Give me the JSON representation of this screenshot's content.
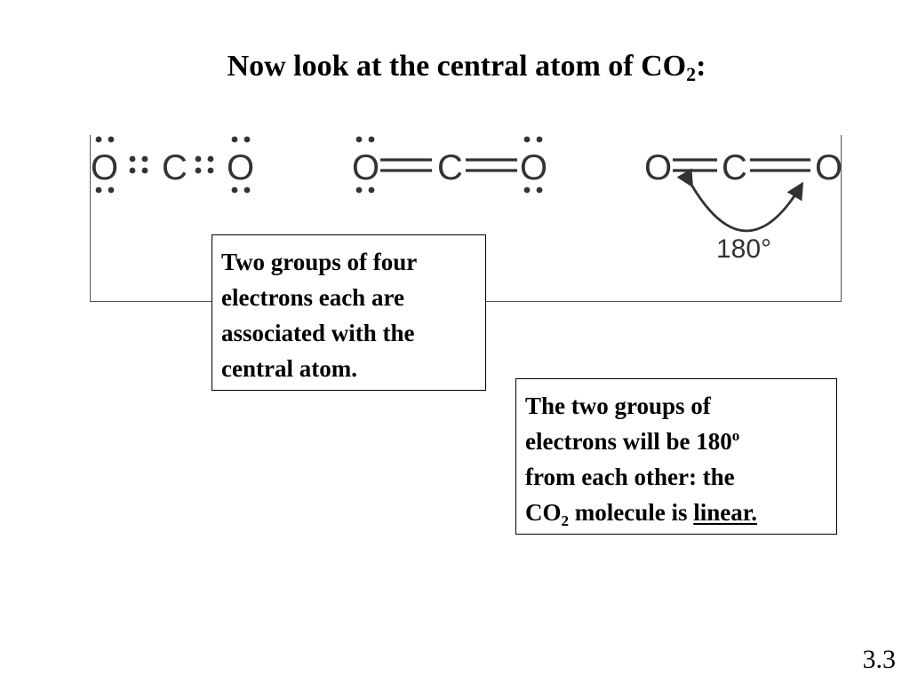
{
  "title": {
    "prefix": "Now look at the central atom of CO",
    "subscript": "2",
    "suffix": ":"
  },
  "figure": {
    "atoms": {
      "oxygen": "O",
      "carbon": "C"
    },
    "angle_label": "180°"
  },
  "callout_1": {
    "lines": [
      "Two groups of four",
      "electrons each are",
      "associated with the",
      "central atom."
    ]
  },
  "callout_2": {
    "line1": "The two groups of",
    "line2_prefix": "electrons will be 180",
    "line2_sup": "o",
    "line3": "from each other: the",
    "line4_prefix": "CO",
    "line4_sub": "2",
    "line4_middle": " molecule is ",
    "line4_emphasis": "linear."
  },
  "slide_number": "3.3"
}
